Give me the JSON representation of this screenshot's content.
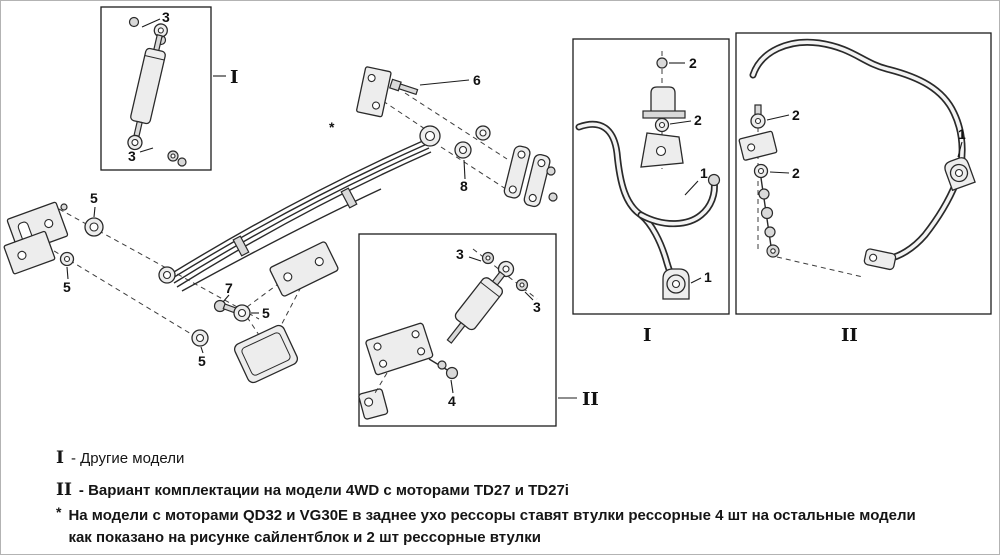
{
  "callouts": {
    "shock1_top": "3",
    "shock1_bottom": "3",
    "box1_label": "I",
    "pin6": "6",
    "bushing8": "8",
    "bushing5_a": "5",
    "bushing5_b": "5",
    "center_bolt7": "7",
    "bushing5_c": "5",
    "bushing5_d": "5",
    "note_marker": "*",
    "shock2_upper": "3",
    "shock2_lower": "3",
    "shock2_nut": "4",
    "box2_label": "II",
    "stab1_nut": "2",
    "stab1_bushing": "2",
    "stab1_bar": "1",
    "stab1_clamp": "1",
    "box3_label": "I",
    "stab2_upper": "2",
    "stab2_lower": "2",
    "stab2_clamp": "1",
    "box4_label": "II"
  },
  "legend": {
    "items": [
      {
        "marker": "I",
        "text": "- Другие модели"
      },
      {
        "marker": "II",
        "text": "- Вариант комплектации на модели 4WD с моторами TD27 и TD27i"
      },
      {
        "marker": "*",
        "text": "На модели с моторами QD32 и VG30E в заднее ухо рессоры ставят втулки рессорные 4 шт на остальные модели как показано на рисунке сайлентблок и 2 шт рессорные втулки"
      }
    ]
  }
}
